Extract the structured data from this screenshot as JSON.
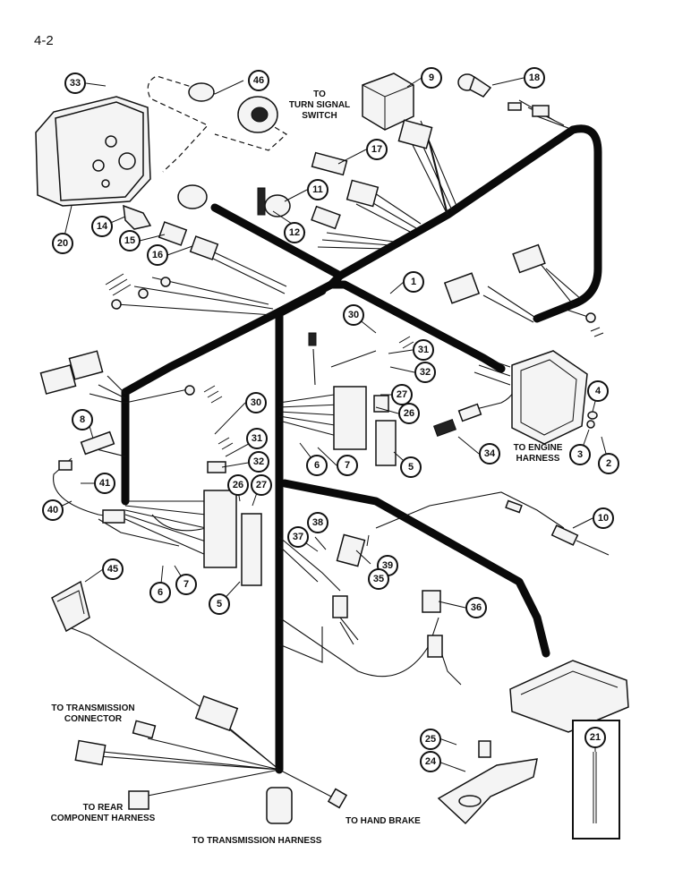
{
  "page_number": "4-2",
  "labels": {
    "turn_signal": [
      "TO",
      "TURN SIGNAL",
      "SWITCH"
    ],
    "engine_harness": [
      "TO ENGINE",
      "HARNESS"
    ],
    "transmission_connector": [
      "TO TRANSMISSION",
      "CONNECTOR"
    ],
    "rear_component_harness": [
      "TO REAR",
      "COMPONENT HARNESS"
    ],
    "hand_brake": "TO HAND BRAKE",
    "transmission_harness": "TO TRANSMISSION HARNESS"
  },
  "callouts": {
    "c1": "1",
    "c2": "2",
    "c3": "3",
    "c4": "4",
    "c5a": "5",
    "c5b": "5",
    "c6a": "6",
    "c6b": "6",
    "c7a": "7",
    "c7b": "7",
    "c8": "8",
    "c9": "9",
    "c10": "10",
    "c11": "11",
    "c12": "12",
    "c14": "14",
    "c15": "15",
    "c16": "16",
    "c17": "17",
    "c18": "18",
    "c20": "20",
    "c21": "21",
    "c24": "24",
    "c25": "25",
    "c26a": "26",
    "c26b": "26",
    "c27a": "27",
    "c27b": "27",
    "c30a": "30",
    "c30b": "30",
    "c31a": "31",
    "c31b": "31",
    "c32a": "32",
    "c32b": "32",
    "c33": "33",
    "c34": "34",
    "c35": "35",
    "c36": "36",
    "c37": "37",
    "c38": "38",
    "c39": "39",
    "c40": "40",
    "c41": "41",
    "c45": "45",
    "c46": "46"
  }
}
